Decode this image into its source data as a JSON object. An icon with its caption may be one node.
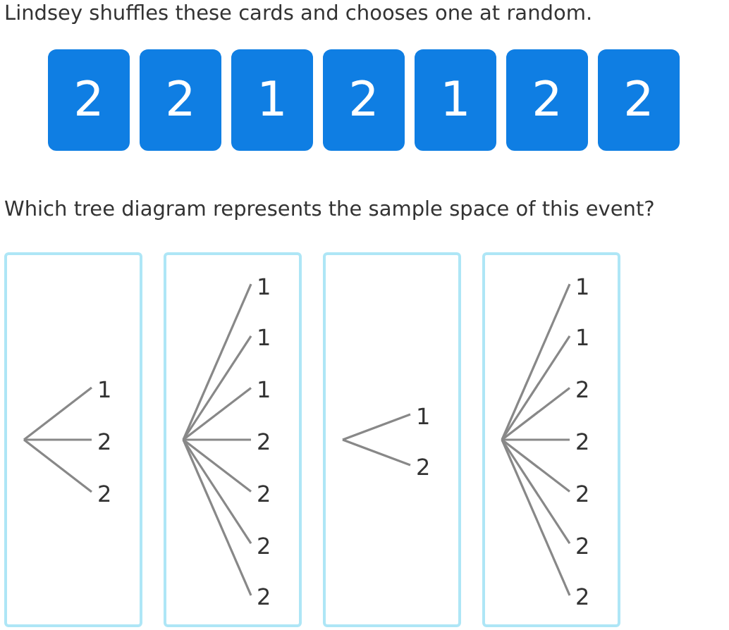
{
  "diagram": {
    "nodes": [
      {
        "text": [
          "2"
        ]
      },
      {
        "text": [
          "2"
        ]
      },
      {
        "text": [
          "1"
        ]
      },
      {
        "text": [
          "2"
        ]
      },
      {
        "text": [
          "1"
        ]
      },
      {
        "text": [
          "2"
        ]
      },
      {
        "text": [
          "2"
        ]
      },
      {
        "text": [],
        "shape": "box"
      },
      {
        "text": [
          "1"
        ],
        "in": 7
      },
      {
        "text": [
          "2"
        ],
        "in": 7
      },
      {
        "text": [
          "2"
        ],
        "in": 7
      },
      {
        "text": [],
        "shape": "box"
      },
      {
        "text": [
          "1"
        ],
        "in": 11
      },
      {
        "text": [
          "1"
        ],
        "in": 11
      },
      {
        "text": [
          "1"
        ],
        "in": 11
      },
      {
        "text": [
          "2"
        ],
        "in": 11
      },
      {
        "text": [
          "2"
        ],
        "in": 11
      },
      {
        "text": [
          "2"
        ],
        "in": 11
      },
      {
        "text": [
          "2"
        ],
        "in": 11
      },
      {
        "text": [],
        "shape": "box"
      },
      {
        "text": [
          "1"
        ],
        "in": 19
      },
      {
        "text": [
          "2"
        ],
        "in": 19
      },
      {
        "text": [],
        "shape": "box"
      },
      {
        "text": [
          "1"
        ],
        "in": 22
      },
      {
        "text": [
          "1"
        ],
        "in": 22
      },
      {
        "text": [
          "2"
        ],
        "in": 22
      },
      {
        "text": [
          "2"
        ],
        "in": 22
      },
      {
        "text": [
          "2"
        ],
        "in": 22
      },
      {
        "text": [
          "2"
        ],
        "in": 22
      },
      {
        "text": [
          "2"
        ],
        "in": 22
      }
    ],
    "edges": [
      {
        "from": null,
        "to": 8,
        "arrow": "none"
      },
      {
        "from": null,
        "to": 9,
        "arrow": "none"
      },
      {
        "from": null,
        "to": 10,
        "arrow": "none"
      },
      {
        "from": null,
        "to": 12,
        "arrow": "none"
      },
      {
        "from": null,
        "to": 13,
        "arrow": "none"
      },
      {
        "from": null,
        "to": 14,
        "arrow": "none"
      },
      {
        "from": null,
        "to": 15,
        "arrow": "none"
      },
      {
        "from": null,
        "to": 16,
        "arrow": "none"
      },
      {
        "from": null,
        "to": 17,
        "arrow": "none"
      },
      {
        "from": null,
        "to": 18,
        "arrow": "none"
      },
      {
        "from": null,
        "to": 20,
        "arrow": "none"
      },
      {
        "from": null,
        "to": 21,
        "arrow": "none"
      },
      {
        "from": null,
        "to": 23,
        "arrow": "none"
      },
      {
        "from": null,
        "to": 24,
        "arrow": "none"
      },
      {
        "from": null,
        "to": 25,
        "arrow": "none"
      },
      {
        "from": null,
        "to": 26,
        "arrow": "none"
      },
      {
        "from": null,
        "to": 27,
        "arrow": "none"
      },
      {
        "from": null,
        "to": 28,
        "arrow": "none"
      },
      {
        "from": null,
        "to": 29,
        "arrow": "none"
      }
    ],
    "labels": [
      "Lindsey shuffles these cards and chooses one at random.",
      "Which tree diagram represents the sample space of this event?"
    ]
  }
}
